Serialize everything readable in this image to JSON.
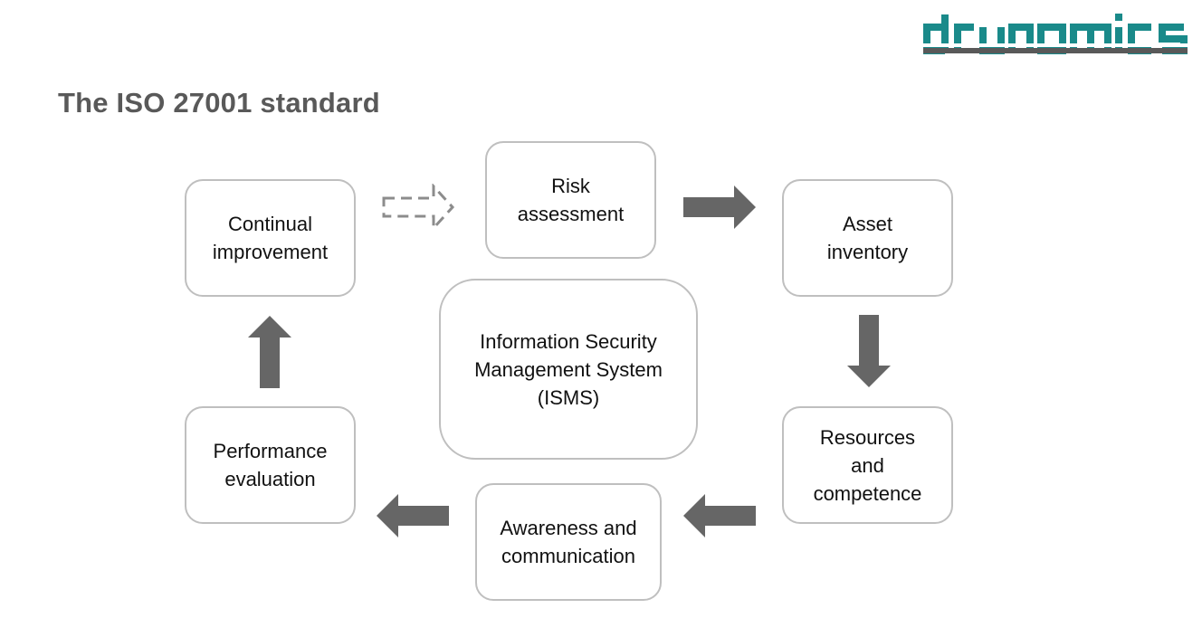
{
  "header": {
    "logo_text": "drunomics",
    "title": "The ISO 27001 standard"
  },
  "colors": {
    "brand_teal": "#1a8a8a",
    "brand_gray": "#595959",
    "arrow": "#666666",
    "box_border": "#bfbfbf"
  },
  "diagram": {
    "center": "Information Security\nManagement System\n(ISMS)",
    "nodes": {
      "risk": "Risk\nassessment",
      "asset": "Asset\ninventory",
      "resources": "Resources\nand\ncompetence",
      "awareness": "Awareness and\ncommunication",
      "performance": "Performance\nevaluation",
      "continual": "Continual\nimprovement"
    },
    "edges": [
      {
        "from": "Continual improvement",
        "to": "Risk assessment",
        "style": "dashed"
      },
      {
        "from": "Risk assessment",
        "to": "Asset inventory",
        "style": "solid"
      },
      {
        "from": "Asset inventory",
        "to": "Resources and competence",
        "style": "solid"
      },
      {
        "from": "Resources and competence",
        "to": "Awareness and communication",
        "style": "solid"
      },
      {
        "from": "Awareness and communication",
        "to": "Performance evaluation",
        "style": "solid"
      },
      {
        "from": "Performance evaluation",
        "to": "Continual improvement",
        "style": "solid"
      }
    ]
  }
}
